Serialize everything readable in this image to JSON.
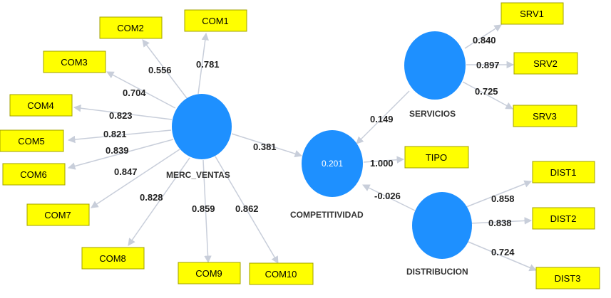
{
  "colors": {
    "construct": "#1E90FF",
    "indicator_fill": "#FFFF00",
    "indicator_border": "#A0A000",
    "edge": "#C8CEDA"
  },
  "constructs": {
    "merc_ventas": {
      "label": "MERC_VENTAS",
      "value": ""
    },
    "competitividad": {
      "label": "COMPETITIVIDAD",
      "value": "0.201"
    },
    "servicios": {
      "label": "SERVICIOS",
      "value": ""
    },
    "distribucion": {
      "label": "DISTRIBUCION",
      "value": ""
    }
  },
  "indicators": {
    "com1": "COM1",
    "com2": "COM2",
    "com3": "COM3",
    "com4": "COM4",
    "com5": "COM5",
    "com6": "COM6",
    "com7": "COM7",
    "com8": "COM8",
    "com9": "COM9",
    "com10": "COM10",
    "srv1": "SRV1",
    "srv2": "SRV2",
    "srv3": "SRV3",
    "tipo": "TIPO",
    "dist1": "DIST1",
    "dist2": "DIST2",
    "dist3": "DIST3"
  },
  "outer_loadings": {
    "com1": "0.781",
    "com2": "0.556",
    "com3": "0.704",
    "com4": "0.823",
    "com5": "0.821",
    "com6": "0.839",
    "com7": "0.847",
    "com8": "0.828",
    "com9": "0.859",
    "com10": "0.862",
    "srv1": "0.840",
    "srv2": "0.897",
    "srv3": "0.725",
    "tipo": "1.000",
    "dist1": "0.858",
    "dist2": "0.838",
    "dist3": "0.724"
  },
  "path_coefficients": {
    "merc_ventas_to_competitividad": "0.381",
    "servicios_to_competitividad": "0.149",
    "distribucion_to_competitividad": "-0.026"
  }
}
